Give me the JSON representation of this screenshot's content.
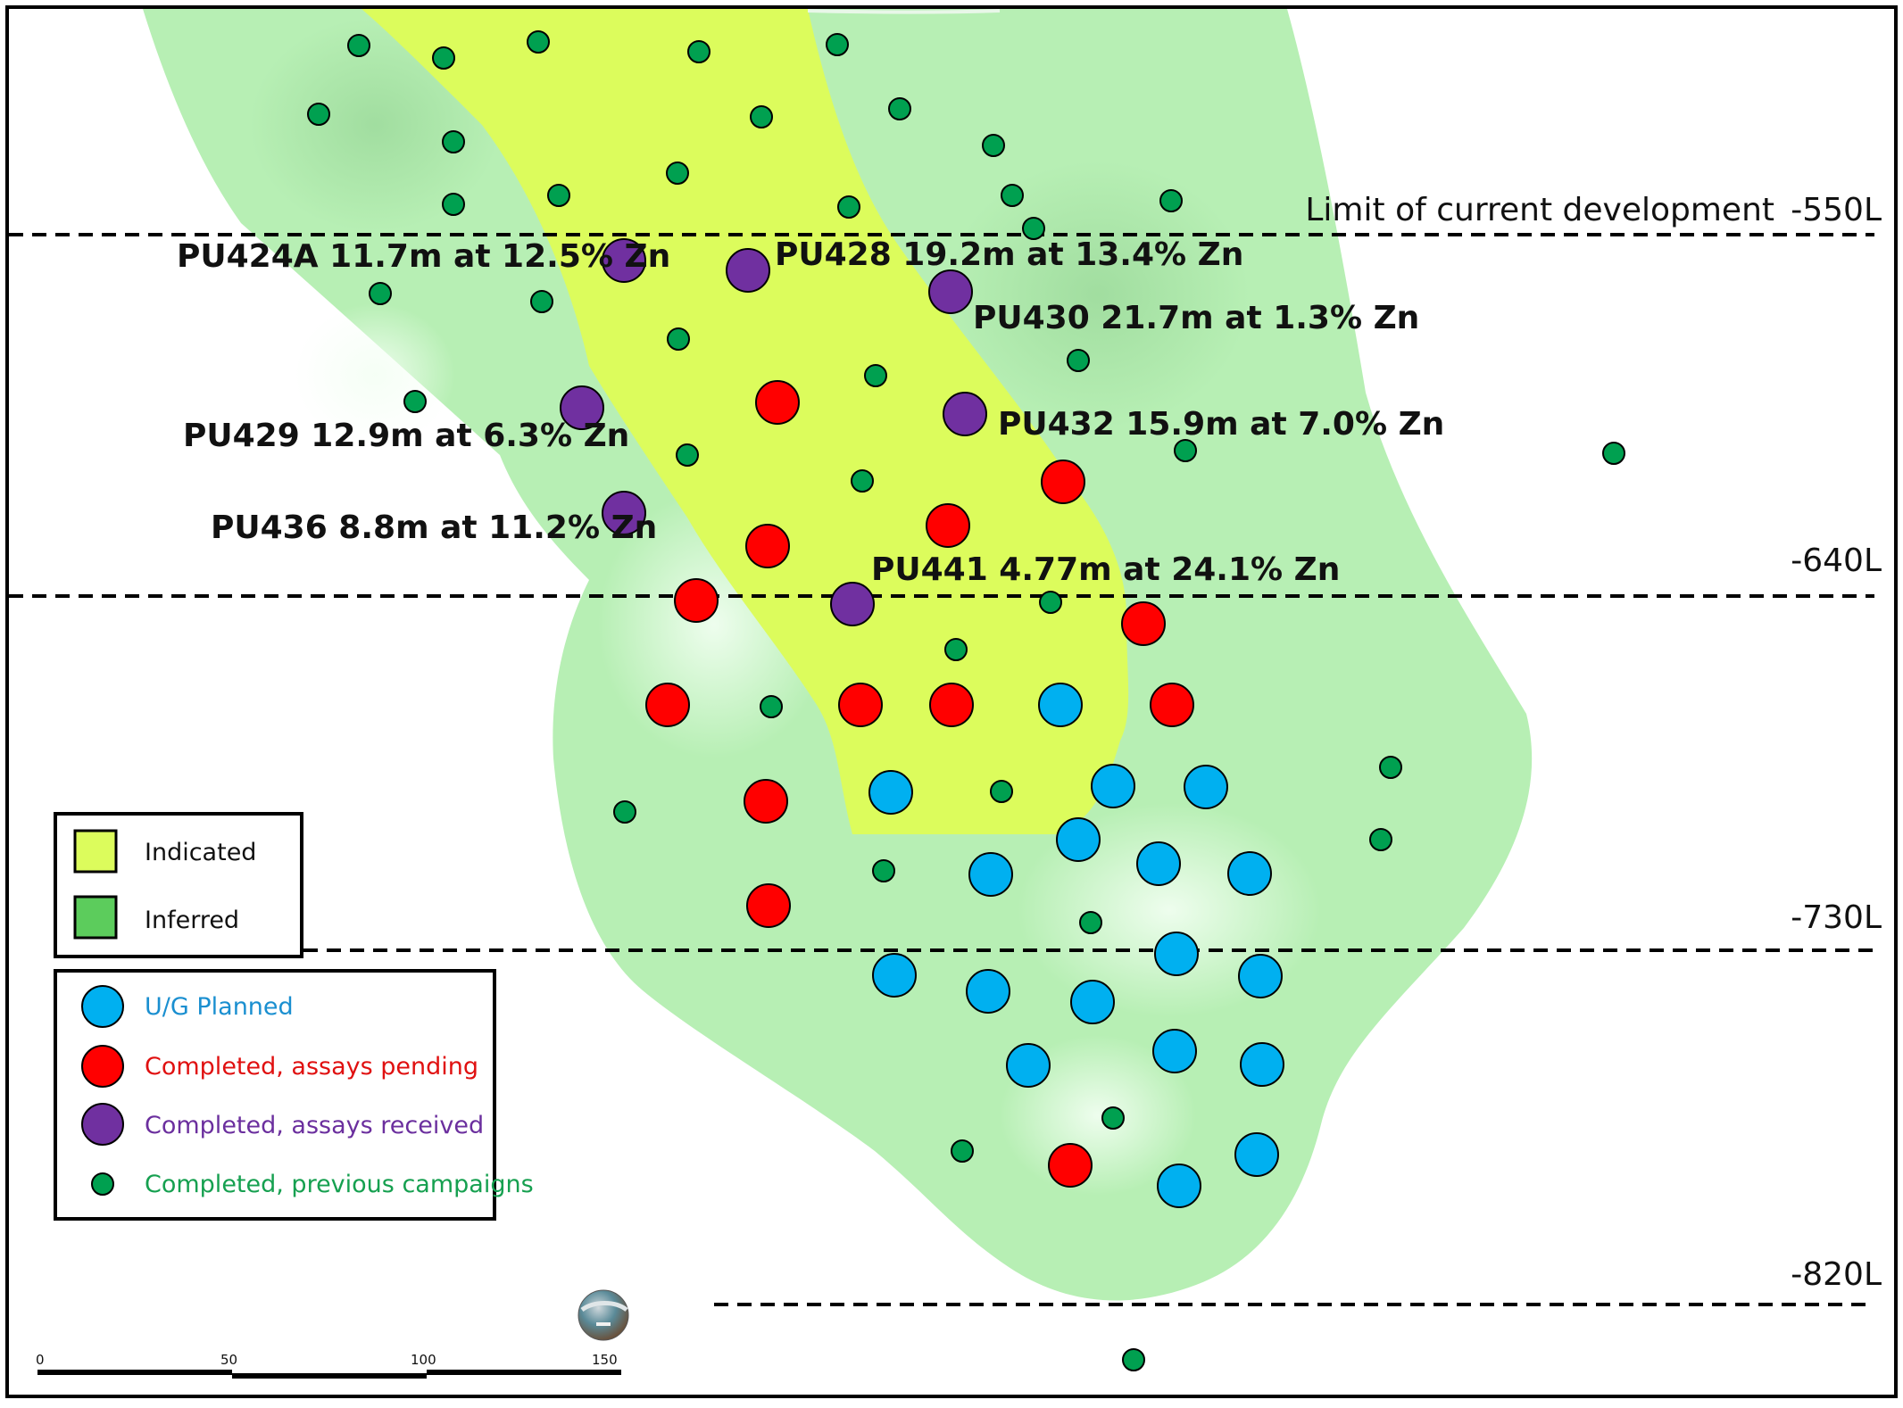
{
  "levels": [
    {
      "label": "-550L"
    },
    {
      "label": "-640L"
    },
    {
      "label": "-730L"
    },
    {
      "label": "-820L"
    }
  ],
  "development_limit_label": "Limit of current development",
  "resource_legend": {
    "items": [
      {
        "label": "Indicated",
        "color": "#dcfc5c"
      },
      {
        "label": "Inferred",
        "color": "#5ccc5c"
      }
    ]
  },
  "drill_legend": {
    "items": [
      {
        "label": "U/G Planned",
        "color": "#00b0f0",
        "text_color": "#1a8fd0"
      },
      {
        "label": "Completed, assays pending",
        "color": "#ff0000",
        "text_color": "#e01010"
      },
      {
        "label": "Completed, assays received",
        "color": "#7030a0",
        "text_color": "#6b2f9e"
      },
      {
        "label": "Completed, previous campaigns",
        "color": "#00a050",
        "text_color": "#16a050"
      }
    ]
  },
  "intercepts": [
    {
      "hole": "PU424A",
      "text": "PU424A 11.7m at 12.5% Zn"
    },
    {
      "hole": "PU428",
      "text": "PU428 19.2m at 13.4% Zn"
    },
    {
      "hole": "PU430",
      "text": "PU430 21.7m at 1.3% Zn"
    },
    {
      "hole": "PU429",
      "text": "PU429 12.9m at 6.3% Zn"
    },
    {
      "hole": "PU432",
      "text": "PU432 15.9m at 7.0% Zn"
    },
    {
      "hole": "PU436",
      "text": "PU436 8.8m at 11.2% Zn"
    },
    {
      "hole": "PU441",
      "text": "PU441 4.77m at 24.1% Zn"
    }
  ],
  "scale_bar": {
    "ticks": [
      "0",
      "50",
      "100",
      "150"
    ]
  },
  "colors": {
    "inferred_fill": "#b7efb4",
    "indicated_fill": "#dcfc5c",
    "planned": "#00b0f0",
    "pending": "#ff0000",
    "received": "#7030a0",
    "previous": "#00a050"
  }
}
